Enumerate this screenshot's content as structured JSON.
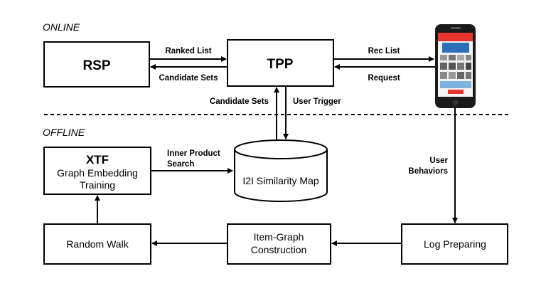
{
  "sections": {
    "online": "ONLINE",
    "offline": "OFFLINE"
  },
  "nodes": {
    "rsp": "RSP",
    "tpp": "TPP",
    "xtf_title": "XTF",
    "xtf_line1": "Graph Embedding",
    "xtf_line2": "Training",
    "i2i": "I2I Similarity Map",
    "random_walk": "Random Walk",
    "item_graph_line1": "Item-Graph",
    "item_graph_line2": "Construction",
    "log_preparing": "Log Preparing"
  },
  "edges": {
    "ranked_list": "Ranked List",
    "candidate_sets_left": "Candidate Sets",
    "rec_list": "Rec List",
    "request": "Request",
    "candidate_sets_down": "Candidate Sets",
    "user_trigger": "User Trigger",
    "inner_product_line1": "Inner Product",
    "inner_product_line2": "Search",
    "user_behaviors_line1": "User",
    "user_behaviors_line2": "Behaviors"
  },
  "colors": {
    "line": "#000000",
    "phone_body": "#1a1a1a",
    "phone_header": "#e8342f",
    "phone_screen": "#f4f4f4",
    "phone_banner": "#2b6fb6"
  }
}
